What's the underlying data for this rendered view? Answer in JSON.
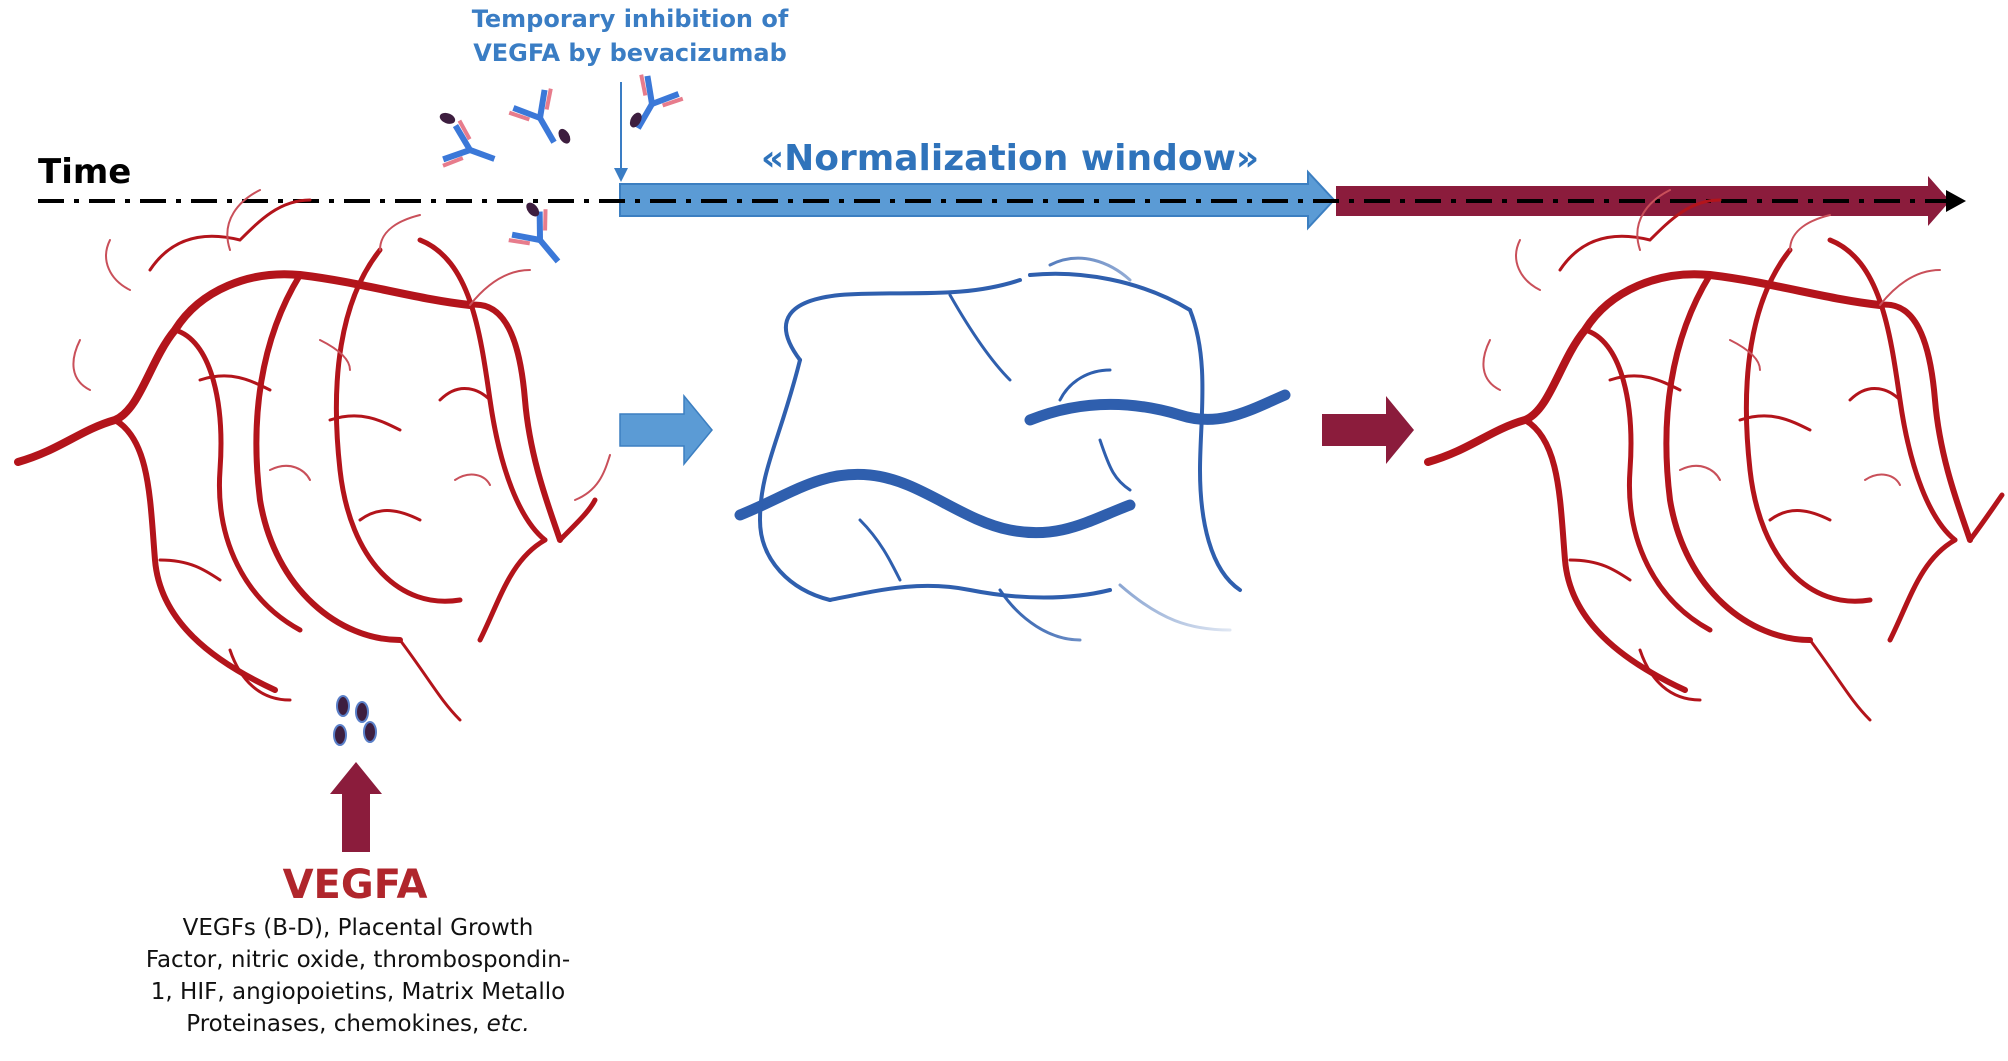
{
  "labels": {
    "inhibition_line1": "Temporary inhibition of",
    "inhibition_line2": "VEGFA by bevacizumab",
    "time": "Time",
    "normalization_window": "«Normalization window»",
    "vegfa": "VEGFA",
    "factors_line1": "VEGFs (B-D), Placental Growth",
    "factors_line2": "Factor, nitric oxide, thrombospondin-",
    "factors_line3": "1, HIF, angiopoietins, Matrix Metallo",
    "factors_line4_main": "Proteinases, chemokines,",
    "factors_line4_italic": "etc."
  },
  "colors": {
    "vessel_red": "#b3141b",
    "vessel_blue": "#2f5fae",
    "arrow_blue": "#5b9bd5",
    "arrow_maroon": "#8b1c3c",
    "antibody_blue": "#3b78d8",
    "antibody_pink": "#e77c8c",
    "vegf_particle": "#3d1e3f",
    "label_blue": "#2f73bb",
    "label_red": "#b0262c"
  },
  "icons": [
    "antibody-icon",
    "vegf-particle-icon",
    "blood-vessel-network",
    "arrow-right",
    "arrow-up"
  ]
}
